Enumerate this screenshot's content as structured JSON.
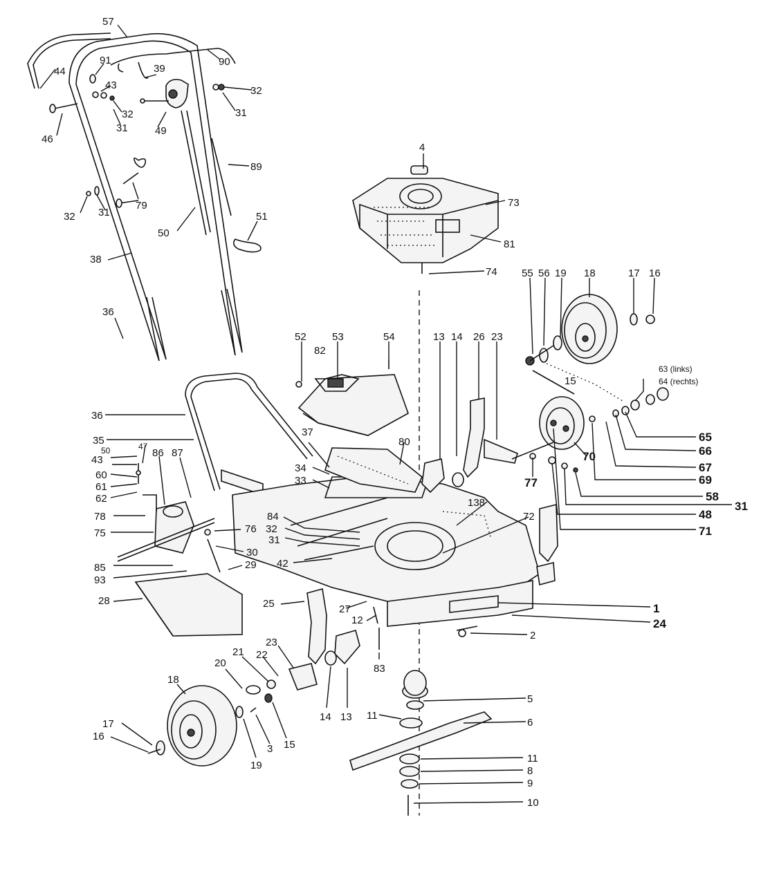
{
  "callouts": {
    "l57": "57",
    "l44": "44",
    "l91": "91",
    "l39": "39",
    "l90": "90",
    "l43a": "43",
    "l32a": "32",
    "l31a": "31",
    "l32b": "32",
    "l31b": "31",
    "l46": "46",
    "l49": "49",
    "l89": "89",
    "l79": "79",
    "l32c": "32",
    "l31c": "31",
    "l50": "50",
    "l51": "51",
    "l38": "38",
    "l36a": "36",
    "l4": "4",
    "l73": "73",
    "l81": "81",
    "l74": "74",
    "l55": "55",
    "l56": "56",
    "l19a": "19",
    "l18a": "18",
    "l17a": "17",
    "l16a": "16",
    "l15a": "15",
    "l63": "63 (links)",
    "l64": "64 (rechts)",
    "l52": "52",
    "l53": "53",
    "l82": "82",
    "l54": "54",
    "l13a": "13",
    "l14a": "14",
    "l26": "26",
    "l23a": "23",
    "l65": "65",
    "l66": "66",
    "l67": "67",
    "l69": "69",
    "l70": "70",
    "l77": "77",
    "l58": "58",
    "l31d": "31",
    "l48": "48",
    "l71": "71",
    "l36b": "36",
    "l35": "35",
    "l47": "47",
    "l50b": "50",
    "l43b": "43",
    "l60": "60",
    "l61": "61",
    "l62": "62",
    "l86": "86",
    "l87": "87",
    "l37": "37",
    "l34": "34",
    "l33": "33",
    "l80": "80",
    "l138": "138",
    "l72": "72",
    "l78": "78",
    "l84": "84",
    "l32d": "32",
    "l31e": "31",
    "l75": "75",
    "l76": "76",
    "l30": "30",
    "l42": "42",
    "l85": "85",
    "l93": "93",
    "l29": "29",
    "l28": "28",
    "l25": "25",
    "l27": "27",
    "l12": "12",
    "l1": "1",
    "l24": "24",
    "l2": "2",
    "l83": "83",
    "l21": "21",
    "l22": "22",
    "l23b": "23",
    "l20": "20",
    "l18b": "18",
    "l5": "5",
    "l11a": "11",
    "l6": "6",
    "l14b": "14",
    "l13b": "13",
    "l17b": "17",
    "l16b": "16",
    "l19b": "19",
    "l3": "3",
    "l15b": "15",
    "l11b": "11",
    "l8": "8",
    "l9": "9",
    "l10": "10"
  }
}
